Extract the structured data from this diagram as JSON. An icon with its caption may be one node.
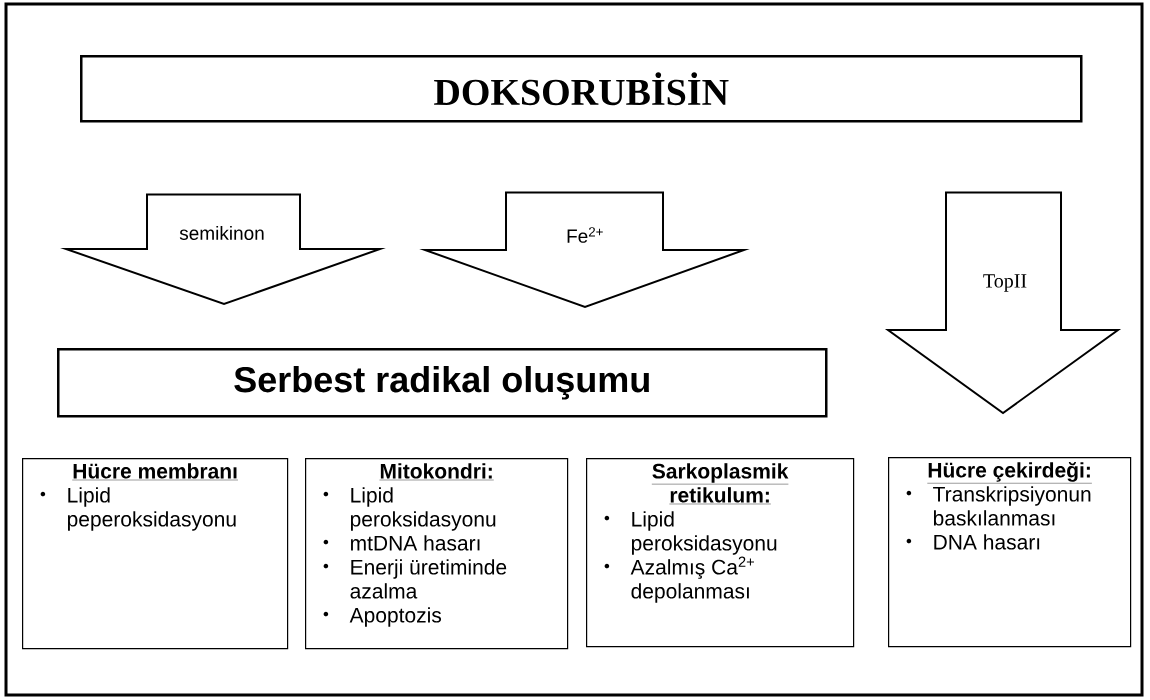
{
  "diagram": {
    "nodes": [
      {
        "text": [
          "DOKSORUBİSİN"
        ]
      },
      {
        "text": [
          "Serbest radikal oluşumu"
        ]
      },
      {
        "text": [
          "Hücre membranı",
          "Lipid peperoksidasyonu"
        ]
      },
      {
        "text": [
          "Mitokondri:",
          "Lipid peroksidasyonu",
          "mtDNA hasarı",
          "Enerji üretiminde azalma",
          "Apoptozis"
        ]
      },
      {
        "text": [
          "Sarkoplasmik retikulum:",
          "Lipid peroksidasyonu",
          "Azalmış Ca$^{2+}$ depolanması"
        ]
      },
      {
        "text": [
          "Hücre çekirdeği:",
          "Transkripsiyonun baskılanması",
          "DNA hasarı"
        ]
      }
    ],
    "edges": [
      {
        "from": 0,
        "to": 1,
        "arrow": "to",
        "label": "semikinon"
      },
      {
        "from": 0,
        "to": 1,
        "arrow": "to",
        "label": "Fe$^{2+}$"
      },
      {
        "from": 0,
        "to": 5,
        "arrow": "to",
        "label": "TopII"
      }
    ]
  }
}
